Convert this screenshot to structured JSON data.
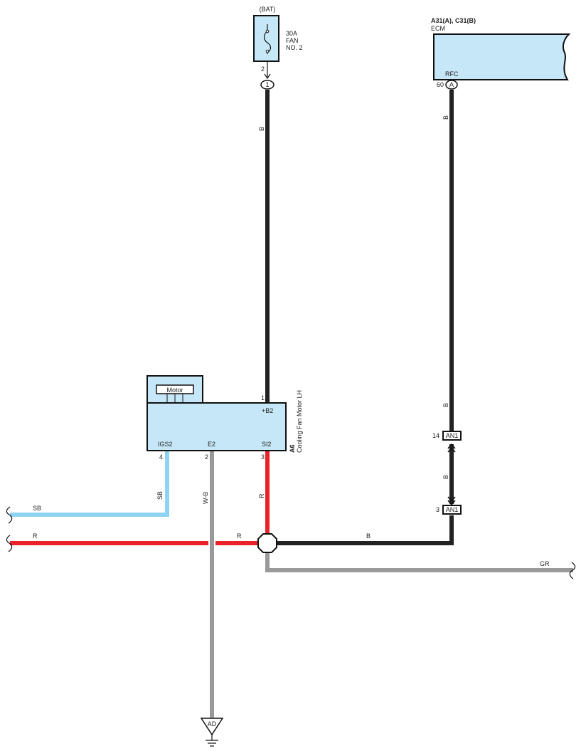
{
  "fuse": {
    "supply": "(BAT)",
    "rating": "30A",
    "name_line1": "FAN",
    "name_line2": "NO. 2",
    "pin_out": "2",
    "connector_pin": "1"
  },
  "ecm": {
    "connectors": "A31(A), C31(B)",
    "name": "ECM",
    "terminal": "RFC",
    "pin": "60",
    "connector_letter": "A"
  },
  "fan_motor": {
    "inner_label": "Motor",
    "code": "A6",
    "name": "Cooling Fan Motor LH",
    "terminals": {
      "b2": {
        "name": "+B2",
        "pin": "1"
      },
      "igs2": {
        "name": "IGS2",
        "pin": "4"
      },
      "e2": {
        "name": "E2",
        "pin": "2"
      },
      "si2": {
        "name": "SI2",
        "pin": "3"
      }
    }
  },
  "connectors": {
    "an1_top": {
      "label": "AN1",
      "pin": "14"
    },
    "an1_bottom": {
      "label": "AN1",
      "pin": "3"
    }
  },
  "ground": {
    "label": "AD"
  },
  "wires": {
    "fuse_to_motor": "B",
    "ecm_to_an1_upper": "B",
    "ecm_to_an1_lower": "B",
    "an1_between": "B",
    "igs2_vertical": "SB",
    "igs2_left": "SB",
    "e2_ground": "W-B",
    "si2_vertical": "R",
    "left_red_start": "R",
    "left_red_end": "R",
    "splice_to_an1": "B",
    "gray_right": "GR"
  },
  "colors": {
    "black_wire": "#222222",
    "red_wire": "#e8232a",
    "blue_wire": "#8fd3f2",
    "gray_wire": "#999999",
    "component_fill": "#c6e7f7",
    "outline": "#111111"
  }
}
